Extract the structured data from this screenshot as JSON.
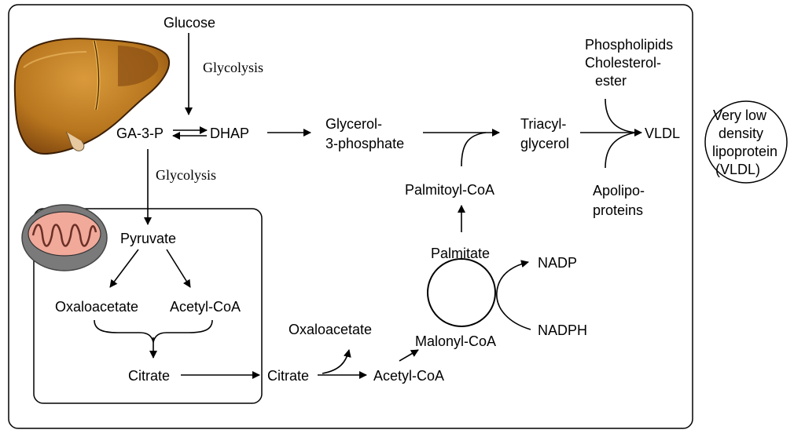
{
  "nodes": {
    "glucose": "Glucose",
    "glycolysis_1": "Glycolysis",
    "ga3p": "GA-3-P",
    "dhap": "DHAP",
    "glycolysis_2": "Glycolysis",
    "glycerol_1": "Glycerol-",
    "glycerol_2": "3-phosphate",
    "triacyl_1": "Triacyl-",
    "triacyl_2": "glycerol",
    "phospholipids": "Phospholipids",
    "cholesterol_1": "Cholesterol-",
    "cholesterol_2": "ester",
    "vldl": "VLDL",
    "apolipo_1": "Apolipo-",
    "apolipo_2": "proteins",
    "vldl_def_1": "Very low",
    "vldl_def_2": "density",
    "vldl_def_3": "lipoprotein",
    "vldl_def_4": "(VLDL)",
    "palmitoyl": "Palmitoyl-CoA",
    "palmitate": "Palmitate",
    "nadp": "NADP",
    "nadph": "NADPH",
    "malonyl": "Malonyl-CoA",
    "oxaloacetate_out": "Oxaloacetate",
    "acetyl_out": "Acetyl-CoA",
    "citrate_out": "Citrate",
    "pyruvate": "Pyruvate",
    "oxaloacetate_in": "Oxaloacetate",
    "acetyl_in": "Acetyl-CoA",
    "citrate_in": "Citrate"
  },
  "icons": {
    "liver": "liver-icon",
    "mitochondrion": "mitochondrion-icon"
  },
  "colors": {
    "liver_fill": "#b8761e",
    "liver_dark": "#6b3a0c",
    "mito_outer": "#7a7a7a",
    "mito_inner": "#f1a99a"
  }
}
